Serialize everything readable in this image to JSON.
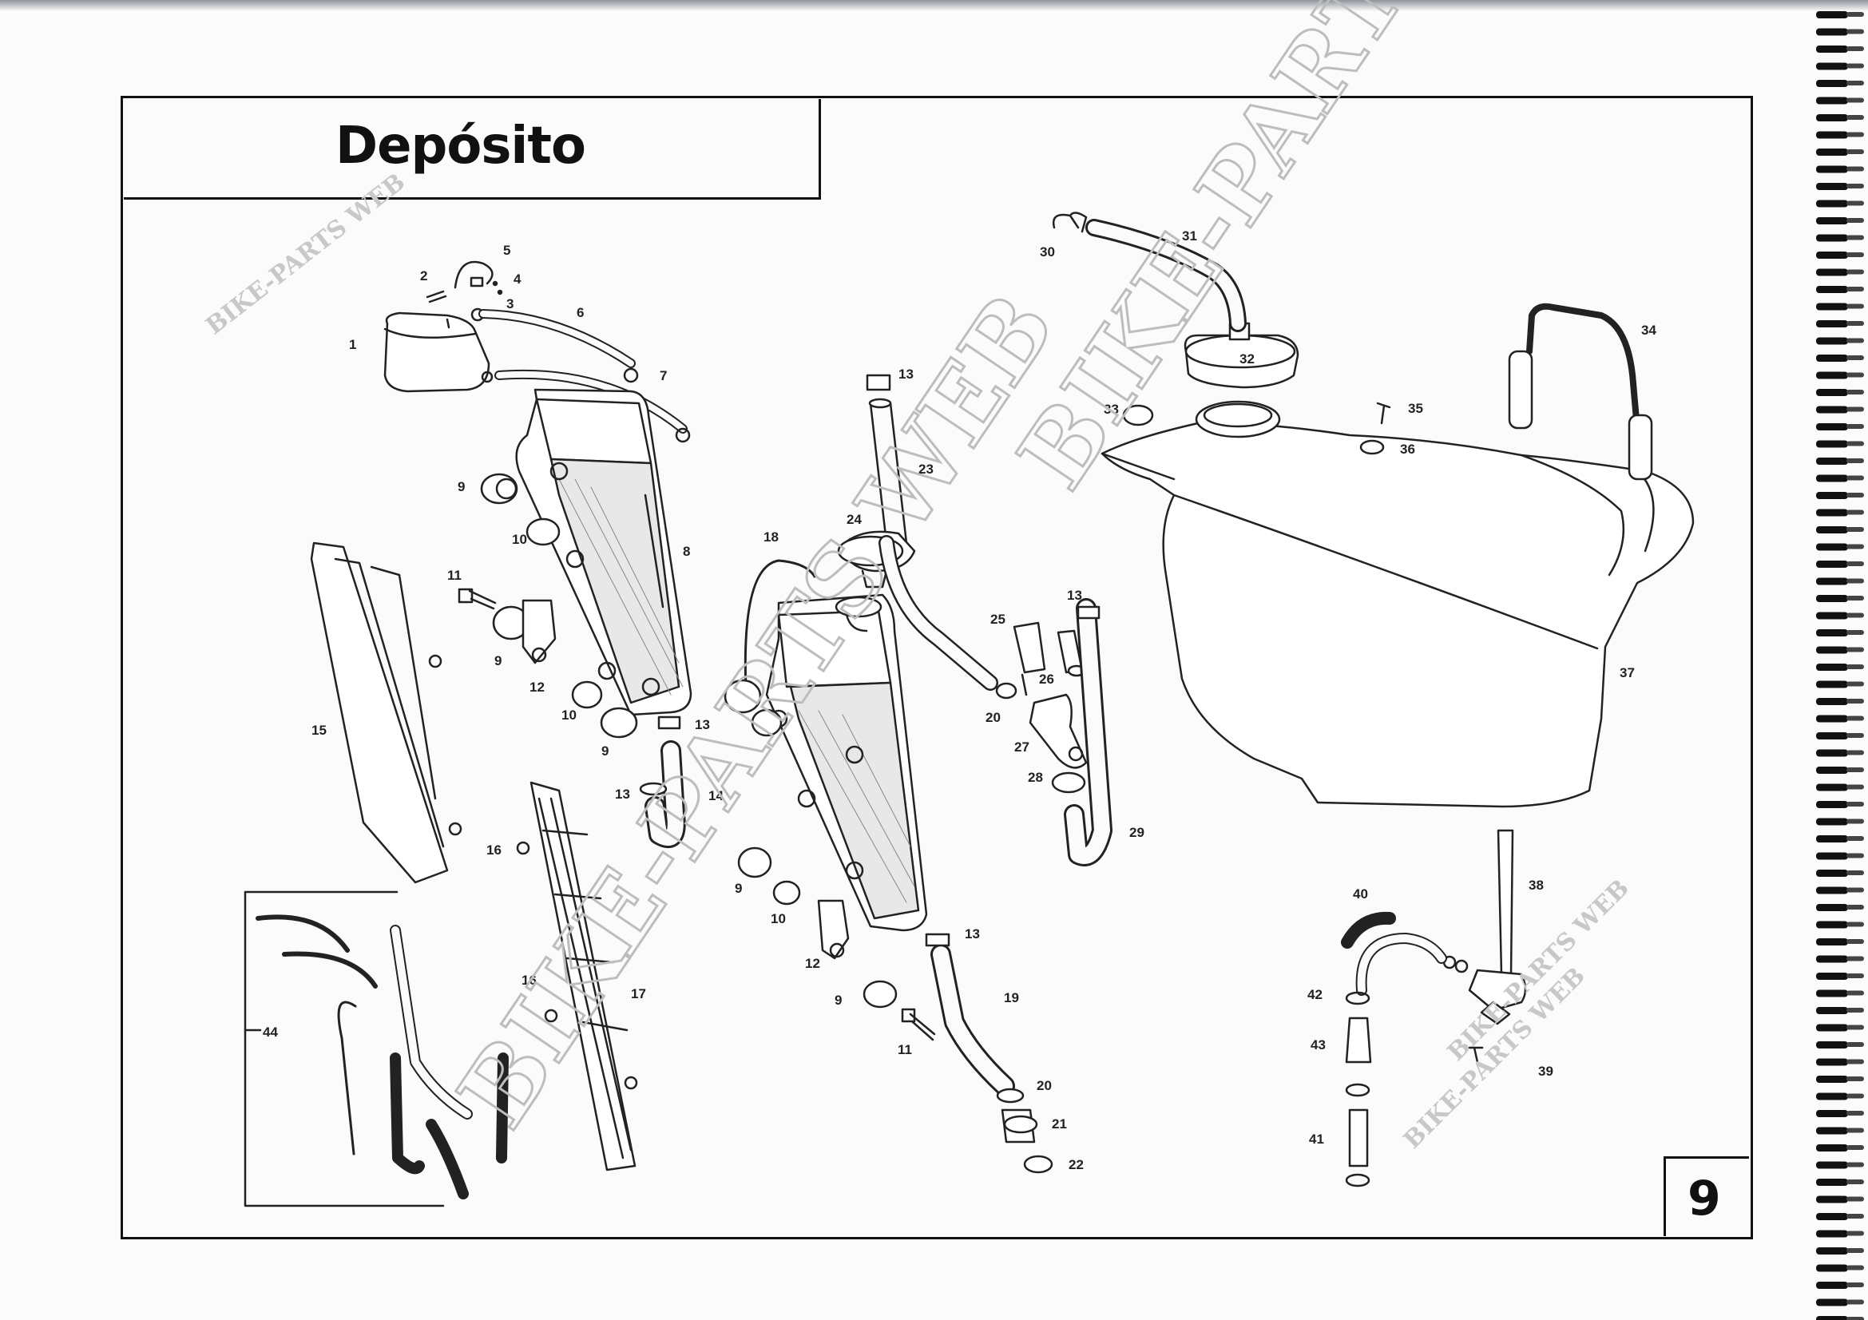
{
  "page": {
    "title": "Depósito",
    "page_number": "9"
  },
  "watermarks": {
    "main": "BIKE-PARTS WEB",
    "small_1": "BIKE-PARTS WEB",
    "small_2": "BIKE-PARTS WEB",
    "small_3": "BIKE-PARTS WEB",
    "upper": "BIKE-PARTS WEB ©"
  },
  "callouts": [
    "1",
    "2",
    "3",
    "4",
    "5",
    "6",
    "7",
    "8",
    "9",
    "10",
    "11",
    "9",
    "12",
    "10",
    "9",
    "13",
    "13",
    "14",
    "15",
    "16",
    "16",
    "17",
    "44",
    "13",
    "23",
    "24",
    "18",
    "9",
    "10",
    "12",
    "13",
    "9",
    "11",
    "19",
    "20",
    "21",
    "22",
    "20",
    "13",
    "25",
    "26",
    "27",
    "28",
    "29",
    "30",
    "31",
    "32",
    "33",
    "35",
    "36",
    "34",
    "37",
    "38",
    "40",
    "42",
    "43",
    "41",
    "39"
  ],
  "colors": {
    "line": "#222222",
    "watermark": "#c8c8c8",
    "frame": "#111111"
  }
}
